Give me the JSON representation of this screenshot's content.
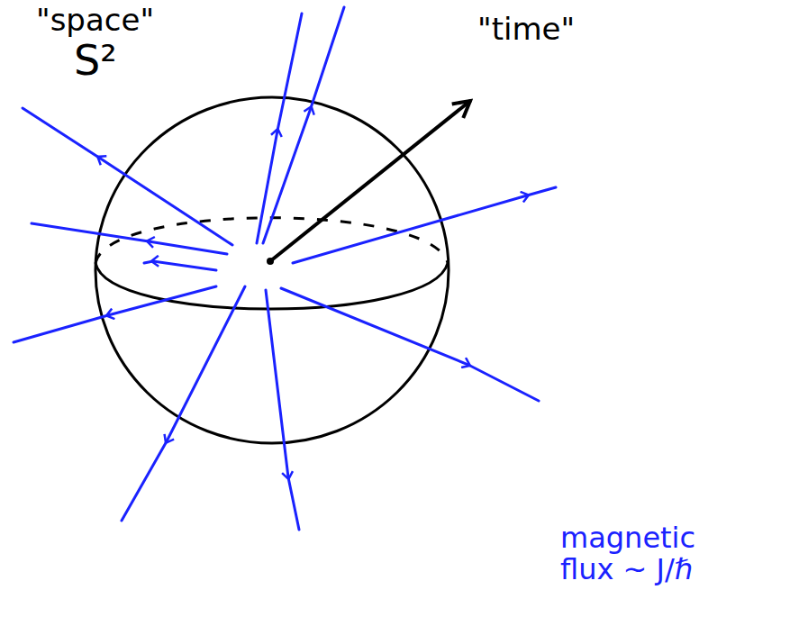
{
  "diagram": {
    "labels": [
      "\"space\"",
      "S²",
      "\"time\"",
      "magnetic flux ~ J/ℏ"
    ]
  }
}
